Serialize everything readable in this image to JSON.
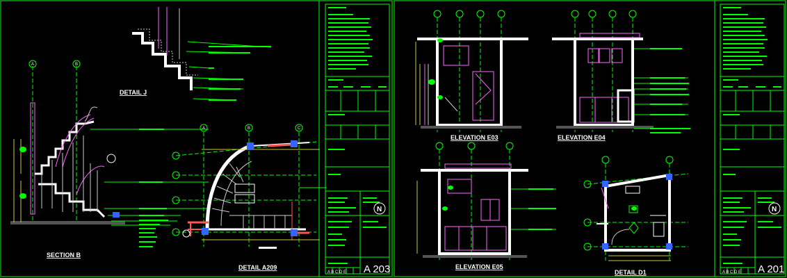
{
  "colors": {
    "background": "#000000",
    "frame": "#00ff00",
    "annotation": "#00ff00",
    "wall": "#ffffff",
    "finish": "#ff66ff",
    "structure": "#ff5555",
    "marker": "#3366ff",
    "dimension": "#cccc33"
  },
  "sheet_left": {
    "details": {
      "detail_j": "DETAIL J",
      "section_b": "SECTION B",
      "detail_a209": "DETAIL A209"
    },
    "grid_labels": [
      "A",
      "B",
      "A",
      "B",
      "C"
    ],
    "sheet_number": "A 203",
    "grid_letters": "A B C D E"
  },
  "sheet_right": {
    "details": {
      "elevation_e03": "ELEVATION E03",
      "elevation_e04": "ELEVATION E04",
      "elevation_e05": "ELEVATION E05",
      "detail_d1": "DETAIL D1"
    },
    "sheet_number": "A 201",
    "grid_letters": "A B C D E"
  }
}
